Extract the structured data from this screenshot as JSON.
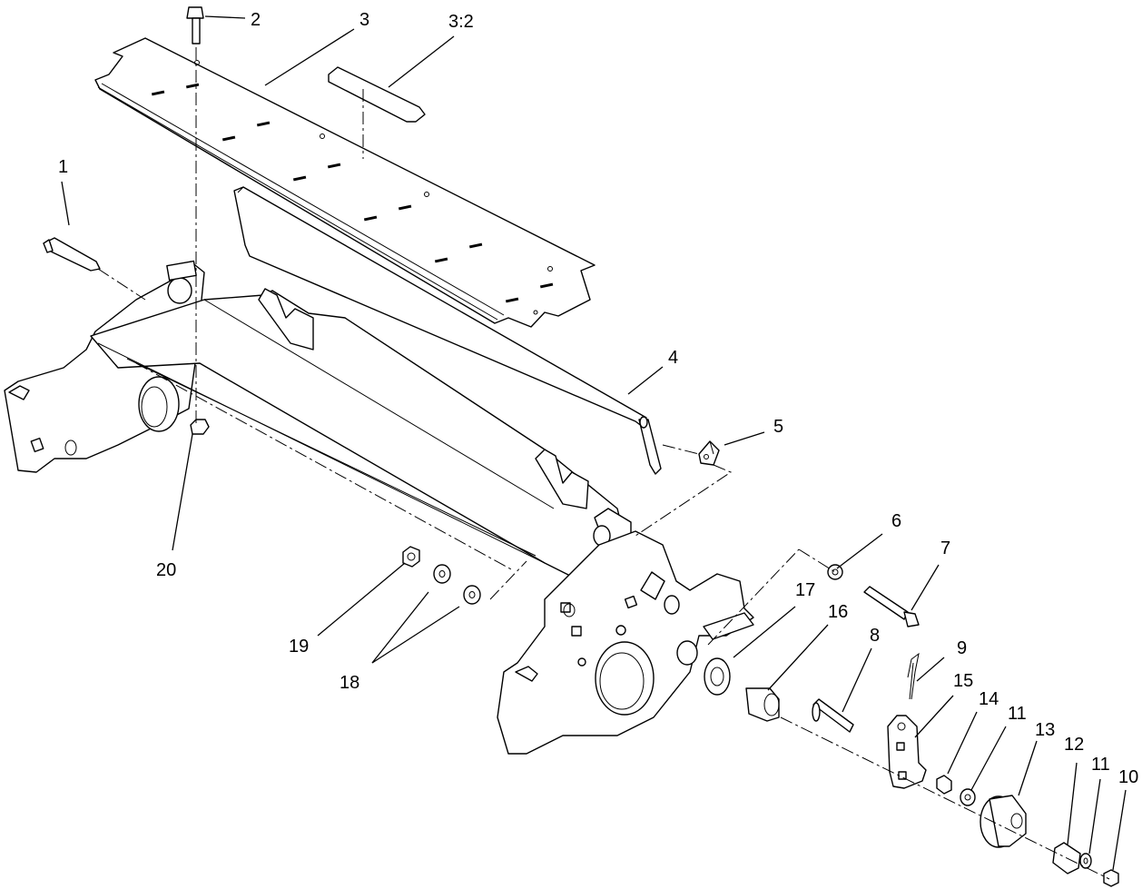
{
  "callouts": {
    "c1": "1",
    "c2": "2",
    "c3": "3",
    "c3_2": "3:2",
    "c4": "4",
    "c5": "5",
    "c6": "6",
    "c7": "7",
    "c8": "8",
    "c9": "9",
    "c10": "10",
    "c11a": "11",
    "c11b": "11",
    "c12": "12",
    "c13": "13",
    "c14": "14",
    "c15": "15",
    "c16": "16",
    "c17": "17",
    "c18": "18",
    "c19": "19",
    "c20": "20"
  }
}
